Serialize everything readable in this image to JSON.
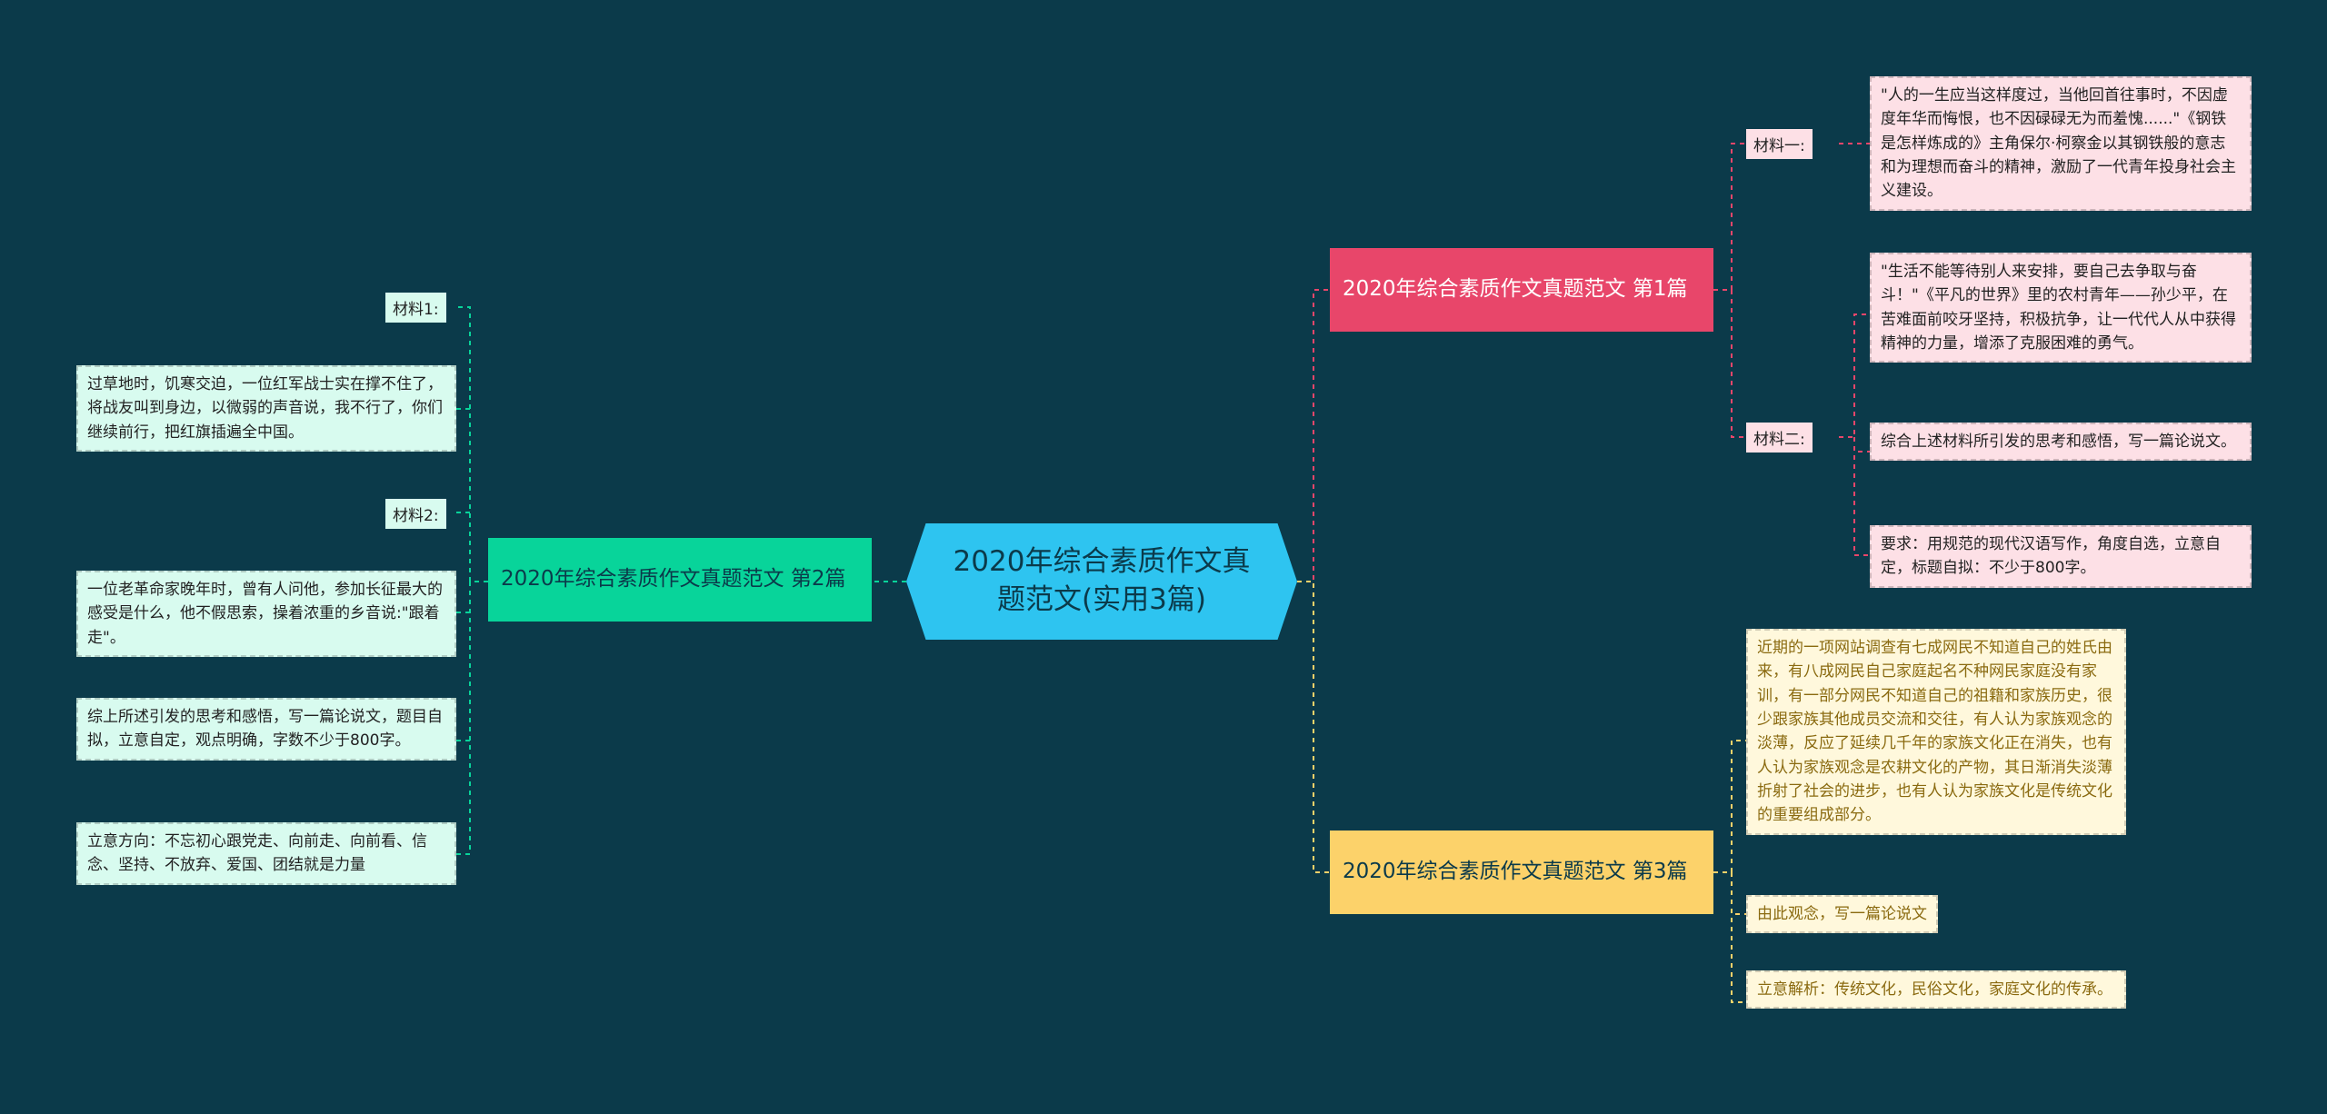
{
  "root": {
    "title": "2020年综合素质作文真题范文(实用3篇)"
  },
  "branches": [
    {
      "title": "2020年综合素质作文真题范文 第1篇",
      "children": [
        {
          "label": "材料一:",
          "items": [
            "\"人的一生应当这样度过，当他回首往事时，不因虚度年华而悔恨，也不因碌碌无为而羞愧......\"《钢铁是怎样炼成的》主角保尔·柯察金以其钢铁般的意志和为理想而奋斗的精神，激励了一代青年投身社会主义建设。"
          ]
        },
        {
          "label": "材料二:",
          "items": [
            "\"生活不能等待别人来安排，要自己去争取与奋斗！\"《平凡的世界》里的农村青年——孙少平，在苦难面前咬牙坚持，积极抗争，让一代代人从中获得精神的力量，增添了克服困难的勇气。",
            "综合上述材料所引发的思考和感悟，写一篇论说文。",
            "要求：用规范的现代汉语写作，角度自选，立意自定，标题自拟：不少于800字。"
          ]
        }
      ]
    },
    {
      "title": "2020年综合素质作文真题范文 第2篇",
      "children": [
        {
          "label": "材料1:",
          "items": [
            "过草地时，饥寒交迫，一位红军战士实在撑不住了，将战友叫到身边，以微弱的声音说，我不行了，你们继续前行，把红旗插遍全中国。"
          ]
        },
        {
          "label": "材料2:",
          "items": [
            "一位老革命家晚年时，曾有人问他，参加长征最大的感受是什么，他不假思索，操着浓重的乡音说:\"跟着走\"。"
          ]
        },
        {
          "text": "综上所述引发的思考和感悟，写一篇论说文，题目自拟，立意自定，观点明确，字数不少于800字。"
        },
        {
          "text": "立意方向：不忘初心跟党走、向前走、向前看、信念、坚持、不放弃、爱国、团结就是力量"
        }
      ]
    },
    {
      "title": "2020年综合素质作文真题范文 第3篇",
      "children": [
        {
          "text": "近期的一项网站调查有七成网民不知道自己的姓氏由来，有八成网民自己家庭起名不种网民家庭没有家训，有一部分网民不知道自己的祖籍和家族历史，很少跟家族其他成员交流和交往，有人认为家族观念的淡薄，反应了延续几千年的家族文化正在消失，也有人认为家族观念是农耕文化的产物，其日渐消失淡薄折射了社会的进步，也有人认为家族文化是传统文化的重要组成部分。"
        },
        {
          "text": "由此观念，写一篇论说文"
        },
        {
          "text": "立意解析：传统文化，民俗文化，家庭文化的传承。"
        }
      ]
    }
  ],
  "colors": {
    "background": "#0b3a4a",
    "root": "#2ec4f0",
    "branch1": "#e8466a",
    "branch2": "#08d49a",
    "branch3": "#fcd26a",
    "leaf1": "#fde0e6",
    "leaf2": "#d8fbef",
    "leaf3": "#fff8dc"
  }
}
